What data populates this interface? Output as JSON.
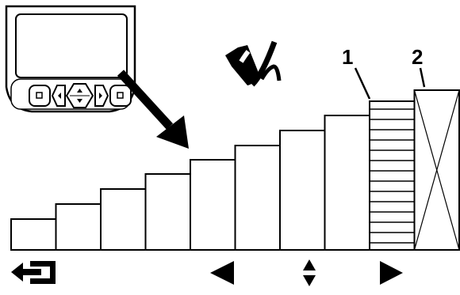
{
  "diagram": {
    "bars": [
      {
        "index": 1,
        "level": 1,
        "style": "plain"
      },
      {
        "index": 2,
        "level": 2,
        "style": "plain"
      },
      {
        "index": 3,
        "level": 3,
        "style": "plain"
      },
      {
        "index": 4,
        "level": 4,
        "style": "plain"
      },
      {
        "index": 5,
        "level": 5,
        "style": "plain"
      },
      {
        "index": 6,
        "level": 6,
        "style": "plain"
      },
      {
        "index": 7,
        "level": 7,
        "style": "plain"
      },
      {
        "index": 8,
        "level": 8,
        "style": "plain"
      },
      {
        "index": 9,
        "level": 9,
        "style": "striped"
      },
      {
        "index": 10,
        "level": 10,
        "style": "crossed"
      }
    ],
    "callouts": [
      {
        "label": "1",
        "target_bar": 9
      },
      {
        "label": "2",
        "target_bar": 10
      }
    ],
    "controller_buttons": [
      "stop",
      "left",
      "up-down",
      "right",
      "stop"
    ],
    "bottom_controls": {
      "exit": "exit-icon",
      "left": "left-arrow-icon",
      "updown": "up-down-arrows-icon",
      "right": "right-arrow-icon"
    },
    "mute_icon": "mute-horn-icon",
    "pointer": "arrow-icon"
  }
}
